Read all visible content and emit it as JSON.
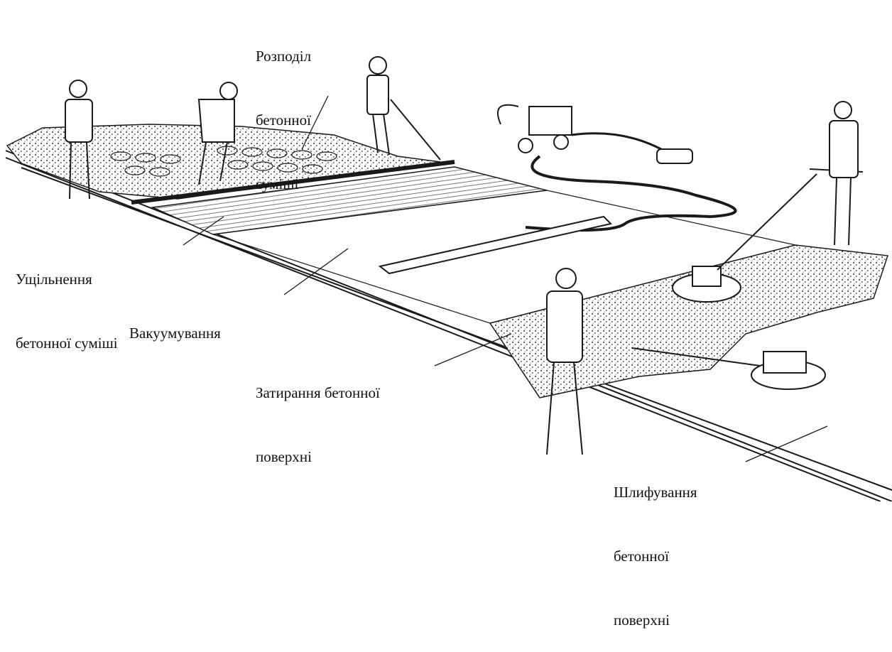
{
  "labels": {
    "distribution": [
      "Розподіл",
      "бетонної",
      "суміші"
    ],
    "compaction": [
      "Ущільнення",
      "бетонної суміші"
    ],
    "vacuum": [
      "Вакуумування"
    ],
    "troweling": [
      "Затирання бетонної",
      "поверхні"
    ],
    "grinding": [
      "Шлифування",
      "бетонної",
      "поверхні"
    ]
  },
  "colors": {
    "ink": "#1a1a1a",
    "concrete_fill": "#d9d9d9",
    "paper": "#ffffff"
  }
}
